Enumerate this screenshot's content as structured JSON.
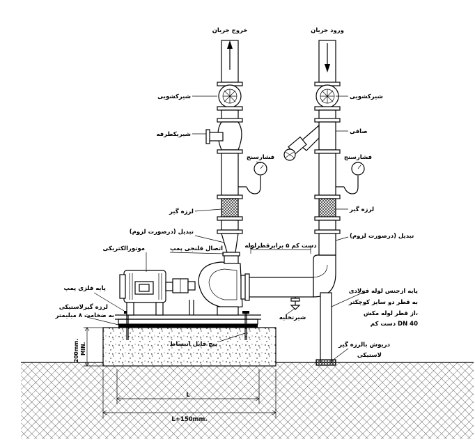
{
  "labels": {
    "outlet_flow": "خروج جریان",
    "inlet_flow": "ورود جریان",
    "gate_valve_left": "شیرکشویی",
    "gate_valve_right": "شیرکشویی",
    "check_valve": "شیریکطرفه",
    "strainer": "صافی",
    "gauge_left": "فشارسنج",
    "gauge_right": "فشارسنج",
    "vibration_left": "لرزه گیر",
    "vibration_right": "لرزه گیر",
    "reducer_left": "تبدیل (درصورت لزوم)",
    "reducer_right": "تبدیل (درصورت لزوم)",
    "motor": "موتورالکتریکی",
    "pump_flange": "اتصال فلنجی پمپ",
    "min_length": "دست کم ۵ برابرقطرلوله",
    "metal_base": "پایه فلزی پمپ",
    "rubber_pad_1": "لرزه گیرلاستیکی",
    "rubber_pad_2": "به ضخامت ۸ میلیمتر",
    "drain_valve": "شیرتخلیه",
    "anchor_bolt": "پیچ قابل انبساط",
    "support_1": "پایه ازجنس لوله فولادی",
    "support_2": "به قطر دو سایز کوچکتر",
    "support_3": "از قطر لوله مکش،",
    "support_4": "دست کم DN 40",
    "base_pad_1": "دریوش بالرزه گیر",
    "base_pad_2": "لاستیکی",
    "dim_height": "200mm.",
    "dim_min": "MIN.",
    "dim_l": "L",
    "dim_l150": "L+150mm."
  }
}
